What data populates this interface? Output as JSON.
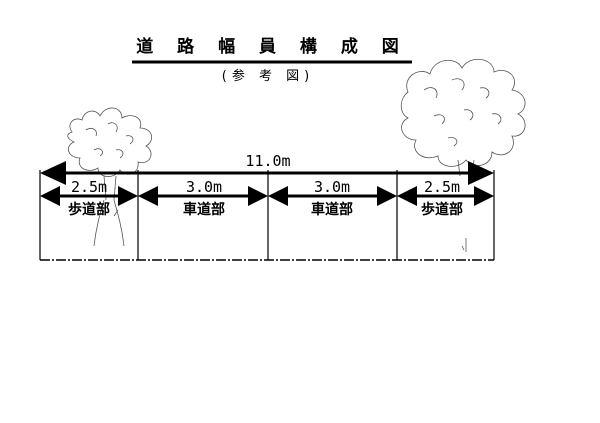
{
  "title": "道 路 幅 員 構 成 図",
  "subtitle": "(参 考 図)",
  "total_width": "11.0m",
  "segments": [
    {
      "width": "2.5m",
      "label": "歩道部"
    },
    {
      "width": "3.0m",
      "label": "車道部"
    },
    {
      "width": "3.0m",
      "label": "車道部"
    },
    {
      "width": "2.5m",
      "label": "歩道部"
    }
  ],
  "icons": [
    "tree-illustration-left",
    "tree-illustration-right",
    "arrowhead"
  ],
  "colors": {
    "line": "#000000",
    "tree_outline": "#555555",
    "background": "#ffffff"
  }
}
